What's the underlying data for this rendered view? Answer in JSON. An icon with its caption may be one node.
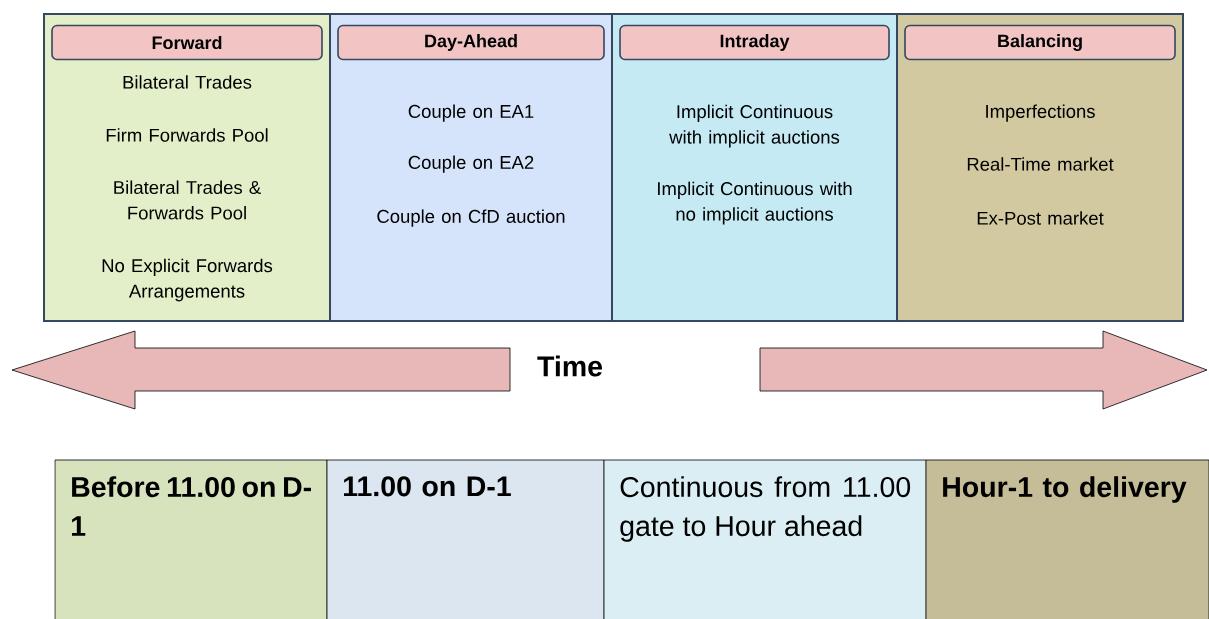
{
  "diagram": {
    "nodes": [
      {
        "text": [
          "Bilateral Trades",
          "Firm Forwards Pool",
          "Bilateral Trades & Forwards Pool",
          "No Explicit Forwards Arrangements"
        ]
      },
      {
        "text": [
          "Forward"
        ],
        "in": 0
      },
      {
        "text": [
          "Couple on EA1",
          "Couple on EA2",
          "Couple on CfD auction"
        ]
      },
      {
        "text": [
          "Day-Ahead"
        ],
        "in": 2
      },
      {
        "text": [
          "Implicit Continuous with implicit auctions",
          "Implicit Continuous with no implicit auctions"
        ]
      },
      {
        "text": [
          "Intraday"
        ],
        "in": 4
      },
      {
        "text": [
          "Imperfections",
          "Real-Time market",
          "Ex-Post market"
        ]
      },
      {
        "text": [
          "Balancing"
        ],
        "in": 6
      },
      {
        "text": [
          "Before 11.00 on D-1"
        ]
      },
      {
        "text": [
          "11.00 on D-1"
        ]
      },
      {
        "text": [
          "Continuous from 11.00 gate to Hour ahead"
        ]
      },
      {
        "text": [
          "Hour-1 to delivery"
        ]
      }
    ],
    "labels": [
      "Time"
    ]
  }
}
